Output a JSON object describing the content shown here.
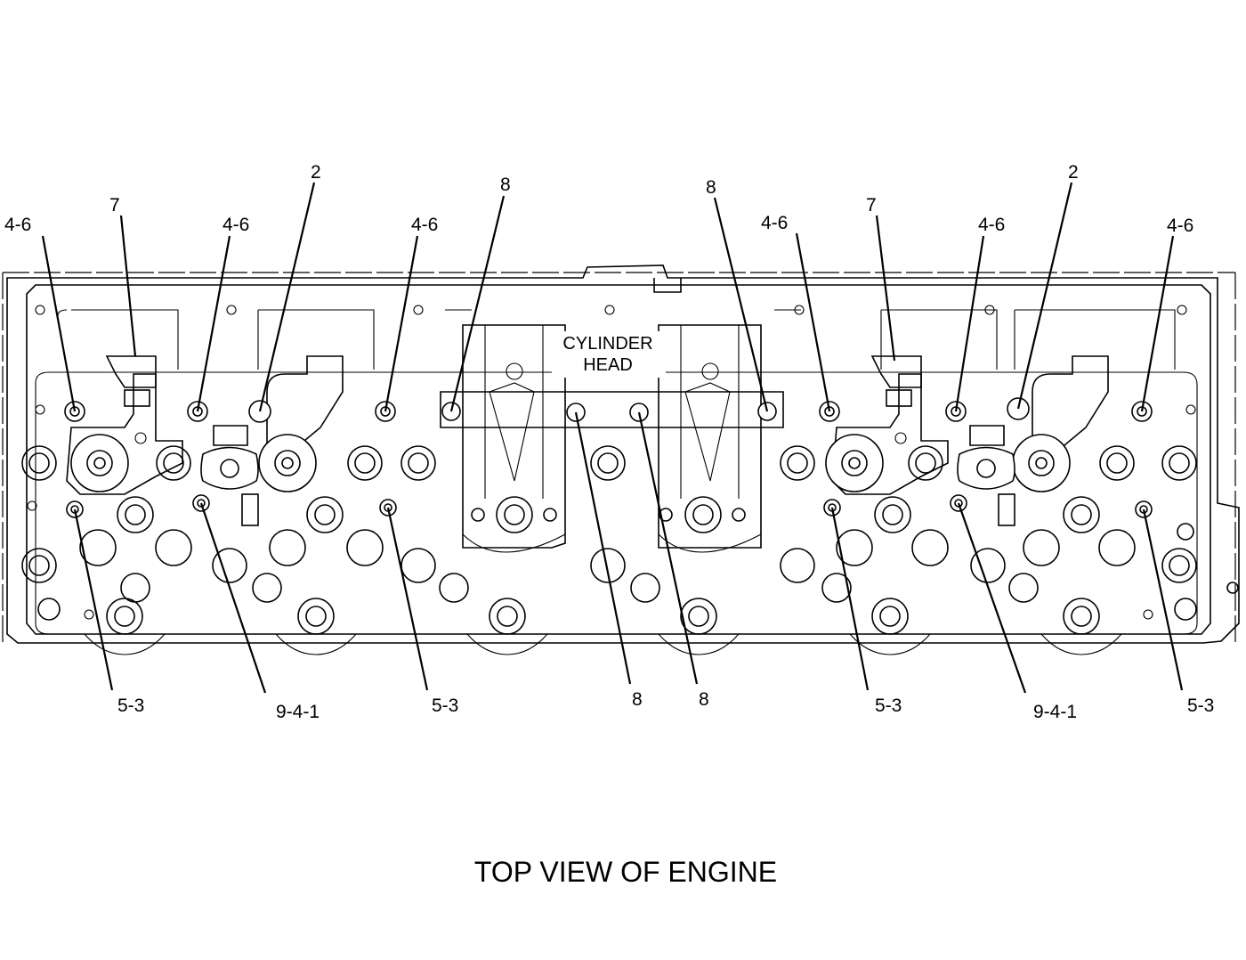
{
  "caption": "TOP VIEW OF ENGINE",
  "component_label": [
    "CYLINDER",
    "HEAD"
  ],
  "callouts": {
    "top": [
      "4-6",
      "7",
      "4-6",
      "2",
      "4-6",
      "8",
      "8",
      "4-6",
      "7",
      "4-6",
      "2",
      "4-6"
    ],
    "bottom": [
      "5-3",
      "9-4-1",
      "5-3",
      "8",
      "8",
      "5-3",
      "9-4-1",
      "5-3"
    ]
  }
}
